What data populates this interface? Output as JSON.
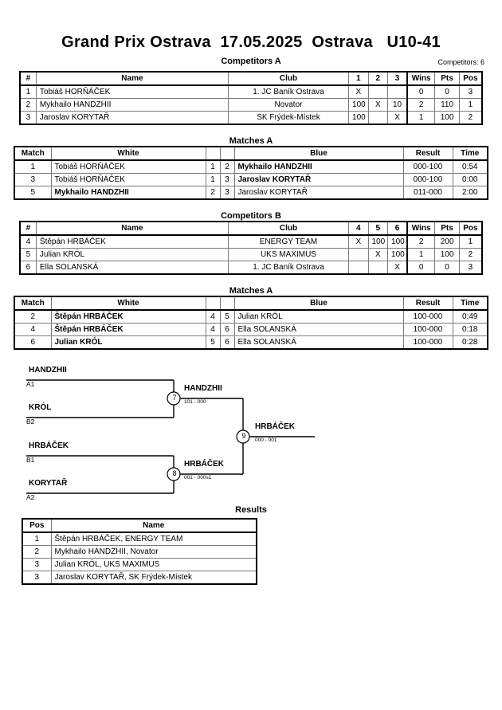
{
  "header": {
    "title": "Grand Prix Ostrava  17.05.2025  Ostrava   U10-41",
    "competitors_label": "Competitors: 6"
  },
  "pools": [
    {
      "caption": "Competitors A",
      "columns": [
        "#",
        "Name",
        "Club",
        "1",
        "2",
        "3",
        "Wins",
        "Pts",
        "Pos"
      ],
      "rows": [
        {
          "num": "1",
          "name": "Tobiáš HORŇÁČEK",
          "club": "1. JC Baník Ostrava",
          "s1": "X",
          "s2": "",
          "s3": "",
          "wins": "0",
          "pts": "0",
          "pos": "3"
        },
        {
          "num": "2",
          "name": "Mykhailo HANDZHII",
          "club": "Novator",
          "s1": "100",
          "s2": "X",
          "s3": "10",
          "wins": "2",
          "pts": "110",
          "pos": "1"
        },
        {
          "num": "3",
          "name": "Jaroslav KORYTAŘ",
          "club": "SK Frýdek-Místek",
          "s1": "100",
          "s2": "",
          "s3": "X",
          "wins": "1",
          "pts": "100",
          "pos": "2"
        }
      ]
    },
    {
      "caption": "Competitors B",
      "columns": [
        "#",
        "Name",
        "Club",
        "4",
        "5",
        "6",
        "Wins",
        "Pts",
        "Pos"
      ],
      "rows": [
        {
          "num": "4",
          "name": "Štěpán HRBÁČEK",
          "club": "ENERGY TEAM",
          "s1": "X",
          "s2": "100",
          "s3": "100",
          "wins": "2",
          "pts": "200",
          "pos": "1"
        },
        {
          "num": "5",
          "name": "Julian KRÓL",
          "club": "UKS MAXIMUS",
          "s1": "",
          "s2": "X",
          "s3": "100",
          "wins": "1",
          "pts": "100",
          "pos": "2"
        },
        {
          "num": "6",
          "name": "Ella SOLANSKÁ",
          "club": "1. JC Baník Ostrava",
          "s1": "",
          "s2": "",
          "s3": "X",
          "wins": "0",
          "pts": "0",
          "pos": "3"
        }
      ]
    }
  ],
  "match_tables": [
    {
      "caption": "Matches A",
      "columns": [
        "Match",
        "White",
        "",
        "",
        "Blue",
        "Result",
        "Time"
      ],
      "rows": [
        {
          "match": "1",
          "white": "Tobiáš HORŇÁČEK",
          "white_bold": false,
          "wn": "1",
          "bn": "2",
          "blue": "Mykhailo HANDZHII",
          "blue_bold": true,
          "result": "000-100",
          "time": "0:54"
        },
        {
          "match": "3",
          "white": "Tobiáš HORŇÁČEK",
          "white_bold": false,
          "wn": "1",
          "bn": "3",
          "blue": "Jaroslav KORYTAŘ",
          "blue_bold": true,
          "result": "000-100",
          "time": "0:00"
        },
        {
          "match": "5",
          "white": "Mykhailo HANDZHII",
          "white_bold": true,
          "wn": "2",
          "bn": "3",
          "blue": "Jaroslav KORYTAŘ",
          "blue_bold": false,
          "result": "011-000",
          "time": "2:00"
        }
      ]
    },
    {
      "caption": "Matches A",
      "columns": [
        "Match",
        "White",
        "",
        "",
        "Blue",
        "Result",
        "Time"
      ],
      "rows": [
        {
          "match": "2",
          "white": "Štěpán HRBÁČEK",
          "white_bold": true,
          "wn": "4",
          "bn": "5",
          "blue": "Julian KRÓL",
          "blue_bold": false,
          "result": "100-000",
          "time": "0:49"
        },
        {
          "match": "4",
          "white": "Štěpán HRBÁČEK",
          "white_bold": true,
          "wn": "4",
          "bn": "6",
          "blue": "Ella SOLANSKÁ",
          "blue_bold": false,
          "result": "100-000",
          "time": "0:18"
        },
        {
          "match": "6",
          "white": "Julian KRÓL",
          "white_bold": true,
          "wn": "5",
          "bn": "6",
          "blue": "Ella SOLANSKÁ",
          "blue_bold": false,
          "result": "100-000",
          "time": "0:28"
        }
      ]
    }
  ],
  "bracket": {
    "entries": [
      {
        "name": "HANDZHII",
        "seed": "A1"
      },
      {
        "name": "KRÓL",
        "seed": "B2"
      },
      {
        "name": "HRBÁČEK",
        "seed": "B1"
      },
      {
        "name": "KORYTAŘ",
        "seed": "A2"
      }
    ],
    "semifinals": [
      {
        "number": "7",
        "winner": "HANDZHII",
        "score": "101 - 000"
      },
      {
        "number": "8",
        "winner": "HRBÁČEK",
        "score": "001 - 000s1"
      }
    ],
    "final": {
      "number": "9",
      "winner": "HRBÁČEK",
      "score": "000 - 001"
    }
  },
  "results": {
    "caption": "Results",
    "columns": [
      "Pos",
      "Name"
    ],
    "rows": [
      {
        "pos": "1",
        "name": "Štěpán HRBÁČEK, ENERGY TEAM"
      },
      {
        "pos": "2",
        "name": "Mykhailo HANDZHII, Novator"
      },
      {
        "pos": "3",
        "name": "Julian KRÓL, UKS MAXIMUS"
      },
      {
        "pos": "3",
        "name": "Jaroslav KORYTAŘ, SK Frýdek-Místek"
      }
    ]
  }
}
